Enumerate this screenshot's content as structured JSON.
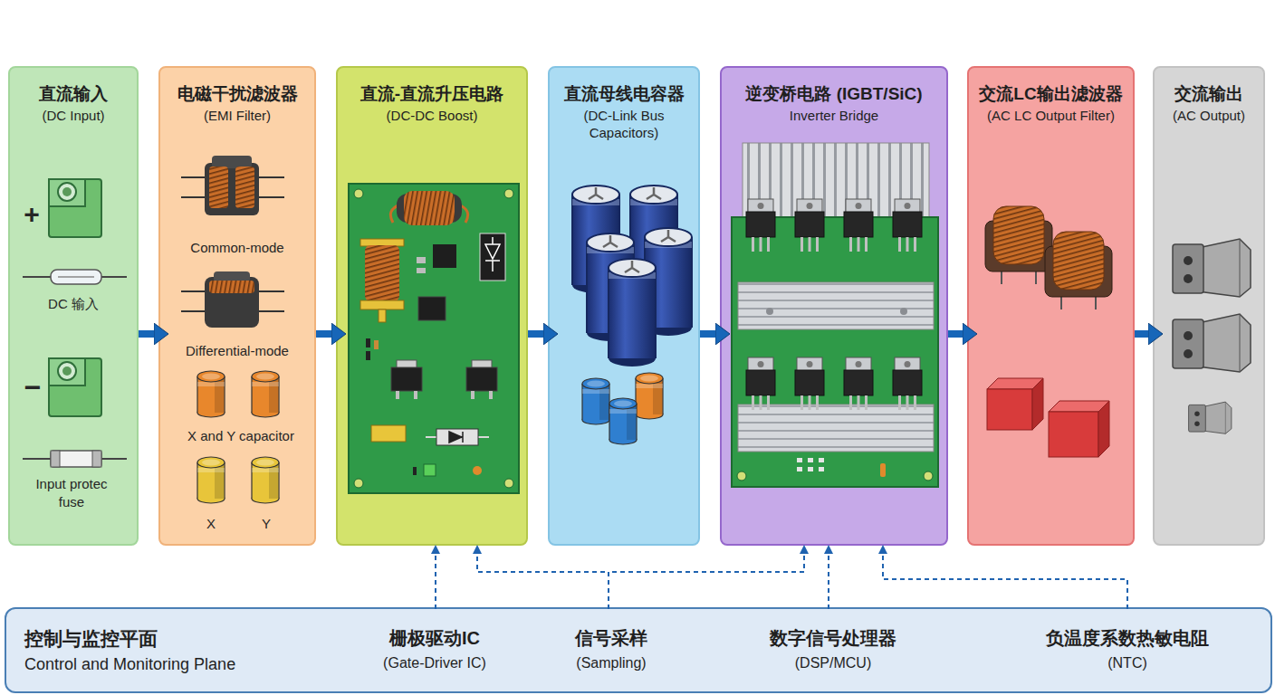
{
  "diagram": {
    "nodes": [
      {
        "text": [
          "直流输入",
          "(DC Input)"
        ]
      },
      {
        "text": [
          "电磁干扰滤波器",
          "(EMI Filter)"
        ]
      },
      {
        "text": [
          "直流-直流升压电路",
          "(DC-DC Boost)"
        ]
      },
      {
        "text": [
          "直流母线电容器",
          "(DC-Link Bus Capacitors)"
        ]
      },
      {
        "text": [
          "逆变桥电路 (IGBT/SiC)",
          "Inverter Bridge"
        ]
      },
      {
        "text": [
          "交流LC输出滤波器",
          "(AC LC Output Filter)"
        ]
      },
      {
        "text": [
          "交流输出",
          "(AC Output)"
        ]
      },
      {
        "text": [
          "控制与监控平面",
          "Control and Monitoring Plane"
        ]
      },
      {
        "text": [
          "栅极驱动IC",
          "(Gate-Driver IC)"
        ],
        "in": 7
      },
      {
        "text": [
          "信号采样",
          "(Sampling)"
        ],
        "in": 7
      },
      {
        "text": [
          "数字信号处理器",
          "(DSP/MCU)"
        ],
        "in": 7
      },
      {
        "text": [
          "负温度系数热敏电阻",
          "(NTC)"
        ],
        "in": 7
      }
    ],
    "edges": [
      {
        "from": 0,
        "to": 1,
        "arrow": "to"
      },
      {
        "from": 1,
        "to": 2,
        "arrow": "to"
      },
      {
        "from": 2,
        "to": 3,
        "arrow": "to"
      },
      {
        "from": 3,
        "to": 4,
        "arrow": "to"
      },
      {
        "from": 4,
        "to": 5,
        "arrow": "to"
      },
      {
        "from": 5,
        "to": 6,
        "arrow": "to"
      },
      {
        "from": 8,
        "to": 2,
        "arrow": "to"
      },
      {
        "from": 9,
        "to": 2,
        "arrow": "to"
      },
      {
        "from": 9,
        "to": 4,
        "arrow": "to"
      },
      {
        "from": 10,
        "to": 4,
        "arrow": "to"
      },
      {
        "from": 11,
        "to": 4,
        "arrow": "to"
      }
    ],
    "labels": [
      "+",
      "DC 输入",
      "−",
      "Input protec fuse",
      "Common-mode",
      "Differential-mode",
      "X and Y capacitor",
      "X",
      "Y"
    ]
  }
}
